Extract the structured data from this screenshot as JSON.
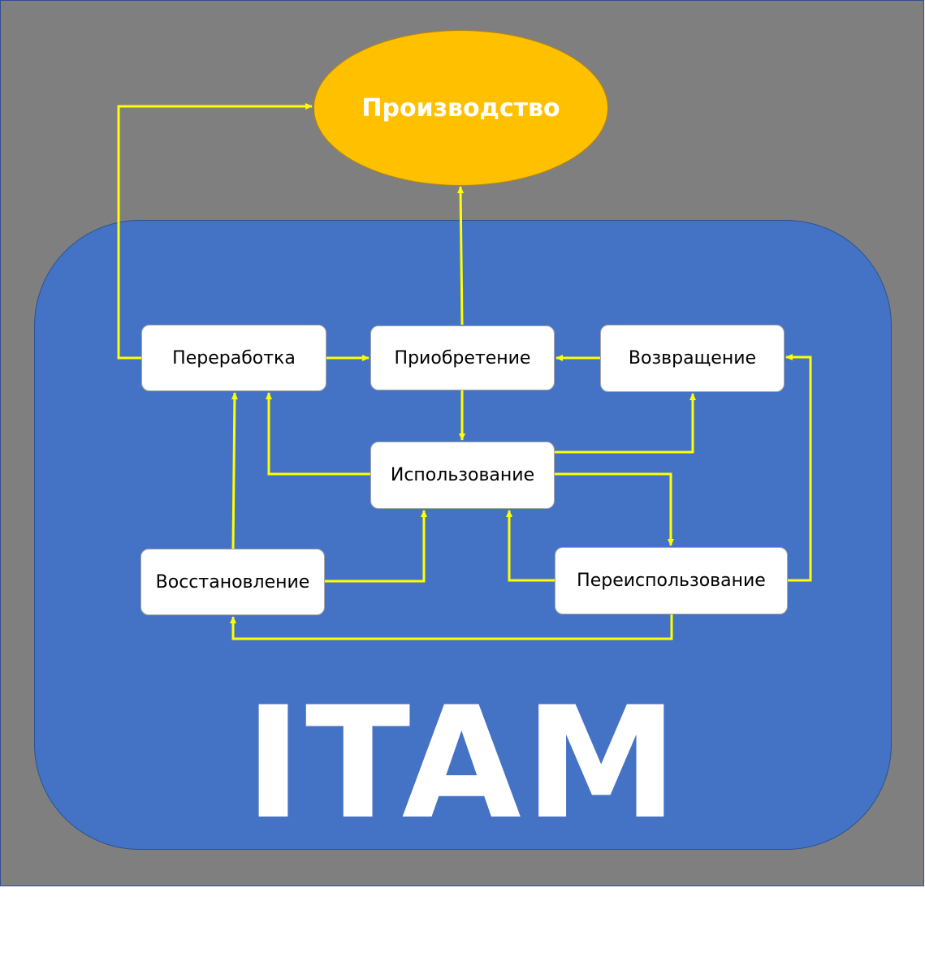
{
  "production": {
    "label": "Производство"
  },
  "nodes": {
    "recycling": "Переработка",
    "acquisition": "Приобретение",
    "return": "Возвращение",
    "usage": "Использование",
    "restoration": "Восстановление",
    "reuse": "Переиспользование"
  },
  "itam_label": "ITAM",
  "colors": {
    "background": "#7f7f7f",
    "itam_area": "#4472c4",
    "production": "#ffc000",
    "connector": "#ffff00"
  }
}
